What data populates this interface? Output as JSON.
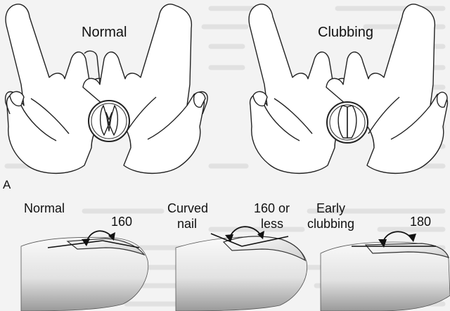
{
  "panel_top": {
    "left_label": "Normal",
    "right_label": "Clubbing"
  },
  "panel_letter": "A",
  "panel_bottom": {
    "normal": {
      "label": "Normal",
      "angle": "160"
    },
    "curved": {
      "label_line1": "Curved",
      "label_line2": "nail",
      "angle_line1": "160 or",
      "angle_line2": "less"
    },
    "early": {
      "label_line1": "Early",
      "label_line2": "clubbing",
      "angle": "180"
    }
  },
  "colors": {
    "background": "#f3f3f3",
    "ink": "#111111",
    "bg_text_texture": "#cfcfcf",
    "finger_shade": "#b9b9b9"
  }
}
